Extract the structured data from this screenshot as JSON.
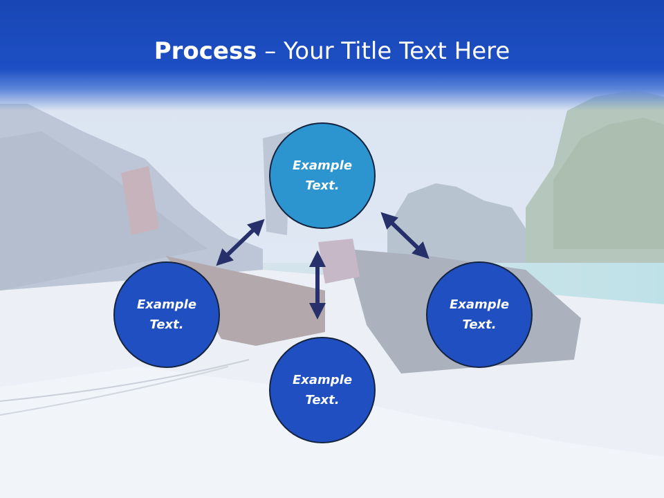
{
  "title": {
    "bold": "Process",
    "rest": " – Your Title Text Here"
  },
  "nodes": [
    {
      "label": "Example\nText.",
      "color": "#2c95cf"
    },
    {
      "label": "Example\nText.",
      "color": "#1f4fc0"
    },
    {
      "label": "Example\nText.",
      "color": "#1f4fc0"
    },
    {
      "label": "Example\nText.",
      "color": "#1f4fc0"
    }
  ],
  "colors": {
    "header": "#1d4fc4",
    "arrow": "#27306a",
    "circle_border": "#14233f"
  }
}
